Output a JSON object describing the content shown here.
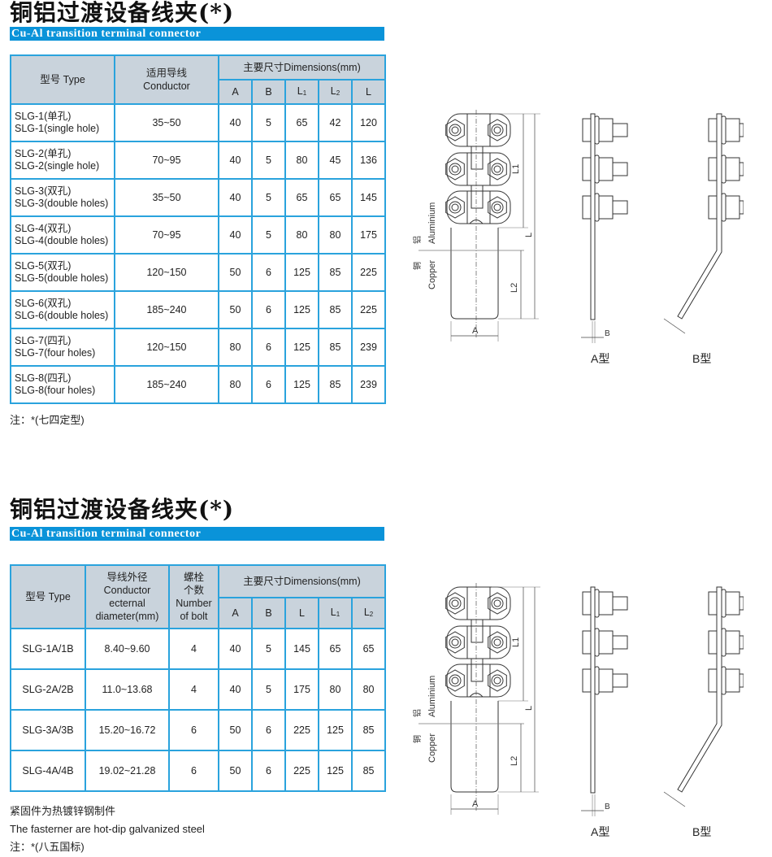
{
  "section1": {
    "title": "铜铝过渡设备线夹(*)",
    "subtitle": "Cu-Al transition terminal connector",
    "headers": {
      "type": "型号 Type",
      "conductor_cn": "适用导线",
      "conductor_en": "Conductor",
      "dims": "主要尺寸Dimensions(mm)",
      "A": "A",
      "B": "B",
      "L1": "L",
      "L1_sub": "1",
      "L2": "L",
      "L2_sub": "2",
      "L": "L"
    },
    "rows": [
      {
        "cn": "SLG-1(单孔)",
        "en": "SLG-1(single hole)",
        "conductor": "35~50",
        "A": "40",
        "B": "5",
        "L1": "65",
        "L2": "42",
        "L": "120"
      },
      {
        "cn": "SLG-2(单孔)",
        "en": "SLG-2(single hole)",
        "conductor": "70~95",
        "A": "40",
        "B": "5",
        "L1": "80",
        "L2": "45",
        "L": "136"
      },
      {
        "cn": "SLG-3(双孔)",
        "en": "SLG-3(double holes)",
        "conductor": "35~50",
        "A": "40",
        "B": "5",
        "L1": "65",
        "L2": "65",
        "L": "145"
      },
      {
        "cn": "SLG-4(双孔)",
        "en": "SLG-4(double holes)",
        "conductor": "70~95",
        "A": "40",
        "B": "5",
        "L1": "80",
        "L2": "80",
        "L": "175"
      },
      {
        "cn": "SLG-5(双孔)",
        "en": "SLG-5(double holes)",
        "conductor": "120~150",
        "A": "50",
        "B": "6",
        "L1": "125",
        "L2": "85",
        "L": "225"
      },
      {
        "cn": "SLG-6(双孔)",
        "en": "SLG-6(double holes)",
        "conductor": "185~240",
        "A": "50",
        "B": "6",
        "L1": "125",
        "L2": "85",
        "L": "225"
      },
      {
        "cn": "SLG-7(四孔)",
        "en": "SLG-7(four holes)",
        "conductor": "120~150",
        "A": "80",
        "B": "6",
        "L1": "125",
        "L2": "85",
        "L": "239"
      },
      {
        "cn": "SLG-8(四孔)",
        "en": "SLG-8(four holes)",
        "conductor": "185~240",
        "A": "80",
        "B": "6",
        "L1": "125",
        "L2": "85",
        "L": "239"
      }
    ],
    "note": "注：*(七四定型)"
  },
  "section2": {
    "title": "铜铝过渡设备线夹(*)",
    "subtitle": "Cu-Al transition terminal connector",
    "headers": {
      "type": "型号 Type",
      "cond1": "导线外径",
      "cond2": "Conductor",
      "cond3": "ecternal",
      "cond4": "diameter(mm)",
      "bolt1": "螺栓",
      "bolt2": "个数",
      "bolt3": "Number",
      "bolt4": "of bolt",
      "dims": "主要尺寸Dimensions(mm)",
      "A": "A",
      "B": "B",
      "L": "L",
      "L1": "L",
      "L1_sub": "1",
      "L2": "L",
      "L2_sub": "2"
    },
    "rows": [
      {
        "type": "SLG-1A/1B",
        "diameter": "8.40~9.60",
        "bolts": "4",
        "A": "40",
        "B": "5",
        "L": "145",
        "L1": "65",
        "L2": "65"
      },
      {
        "type": "SLG-2A/2B",
        "diameter": "11.0~13.68",
        "bolts": "4",
        "A": "40",
        "B": "5",
        "L": "175",
        "L1": "80",
        "L2": "80"
      },
      {
        "type": "SLG-3A/3B",
        "diameter": "15.20~16.72",
        "bolts": "6",
        "A": "50",
        "B": "6",
        "L": "225",
        "L1": "125",
        "L2": "85"
      },
      {
        "type": "SLG-4A/4B",
        "diameter": "19.02~21.28",
        "bolts": "6",
        "A": "50",
        "B": "6",
        "L": "225",
        "L1": "125",
        "L2": "85"
      }
    ],
    "note_cn": "紧固件为热镀锌钢制件",
    "note_en": "The fasterner are hot-dip galvanized steel",
    "note": "注：*(八五国标)"
  },
  "diagram": {
    "aluminium": "Aluminium",
    "copper": "Copper",
    "al_cn": "铝",
    "cu_cn": "铜",
    "dim_L1": "L1",
    "dim_L": "L",
    "dim_L2": "L2",
    "dim_A": "A",
    "dim_B": "B",
    "type_A": "A型",
    "type_B": "B型"
  },
  "colors": {
    "accent": "#0a93d9",
    "header_bg": "#c9d3dc",
    "border": "#2aa3dd"
  }
}
